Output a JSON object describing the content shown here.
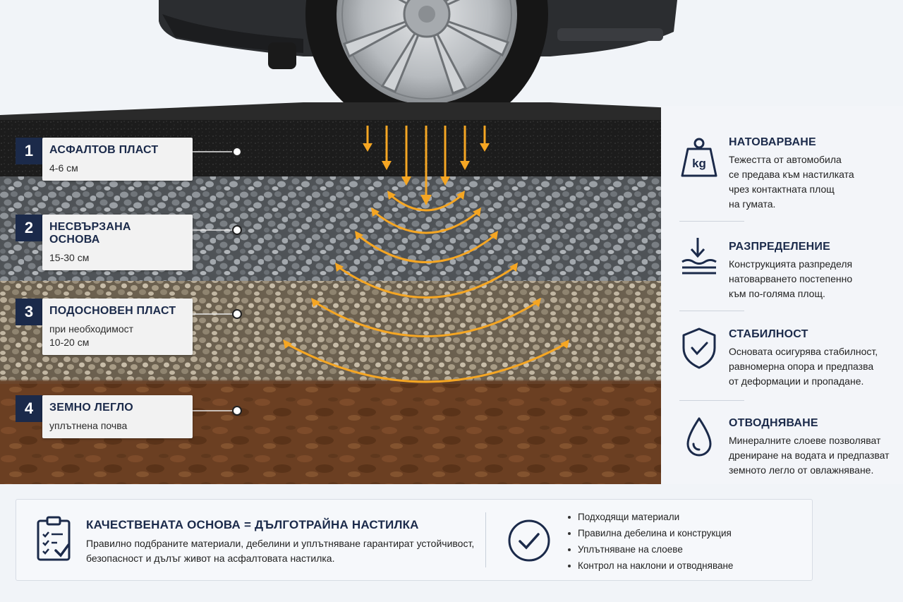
{
  "layers": [
    {
      "num": "1",
      "title": "АСФАЛТОВ ПЛАСТ",
      "sub": "4-6 см"
    },
    {
      "num": "2",
      "title": "НЕСВЪРЗАНА ОСНОВА",
      "sub": "15-30 см"
    },
    {
      "num": "3",
      "title": "ПОДОСНОВЕН ПЛАСТ",
      "sub": "при необходимост\n10-20 см"
    },
    {
      "num": "4",
      "title": "ЗЕМНО ЛЕГЛО",
      "sub": "уплътнена почва"
    }
  ],
  "info": [
    {
      "icon": "weight-kg-icon",
      "icon_text": "kg",
      "title": "НАТОВАРВАНЕ",
      "text": "Тежестта от автомобила\nсе предава към настилката\nчрез контактната площ\nна гумата."
    },
    {
      "icon": "load-distribution-icon",
      "title": "РАЗПРЕДЕЛЕНИЕ",
      "text": "Конструкцията разпределя\nнатоварването постепенно\nкъм по-голяма площ."
    },
    {
      "icon": "shield-check-icon",
      "title": "СТАБИЛНОСТ",
      "text": "Основата осигурява стабилност,\nравномерна опора и предпазва\nот деформации и пропадане."
    },
    {
      "icon": "water-drop-icon",
      "title": "ОТВОДНЯВАНЕ",
      "text": "Минералните слоеве позволяват\nдрениране на водата и предпазват\nземното легло от овлажняване."
    }
  ],
  "bottom": {
    "title": "КАЧЕСТВЕНАТА ОСНОВА = ДЪЛГОТРАЙНА НАСТИЛКА",
    "desc": "Правилно подбраните материали, дебелини и уплътняване гарантират устойчивост, безопасност и дълъг живот на асфалтовата настилка.",
    "list": [
      "Подходящи материали",
      "Правилна дебелина и конструкция",
      "Уплътняване на слоеве",
      "Контрол на наклони и отводняване"
    ],
    "left_icon": "checklist-clipboard-icon",
    "right_icon": "check-circle-icon"
  },
  "colors": {
    "navy": "#1b2a4a",
    "arrow": "#f5a623",
    "asphalt": "#1f1f1f",
    "base": "#5f6266",
    "subbase": "#8a7d6a",
    "soil": "#6b3f22"
  }
}
